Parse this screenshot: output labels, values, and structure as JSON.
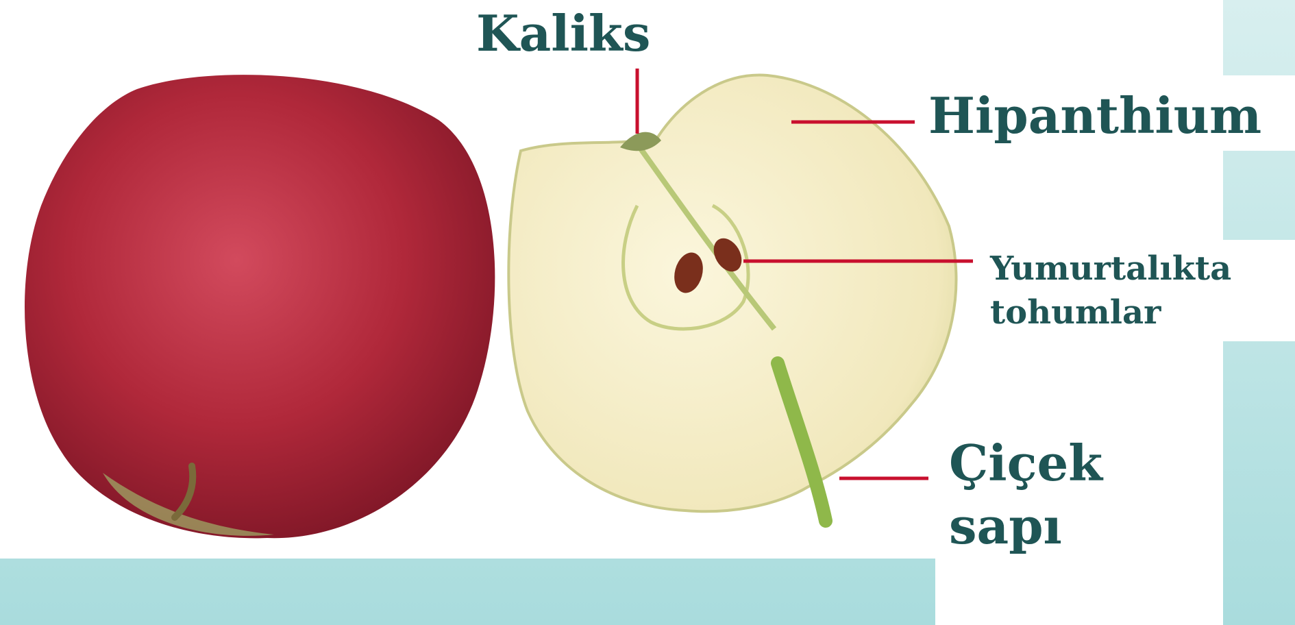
{
  "diagram": {
    "labels": {
      "calyx": "Kaliks",
      "hypanthium": "Hipanthium",
      "seeds_in_ovary": "Yumurtalıkta\ntohumlar",
      "flower_stalk": "Çiçek\nsapı"
    }
  },
  "colors": {
    "background_teal": "#a9dcdd",
    "label_text": "#1f5555",
    "leader_line": "#c8102e",
    "apple_red": "#b0283a",
    "apple_flesh": "#f5eec8"
  }
}
